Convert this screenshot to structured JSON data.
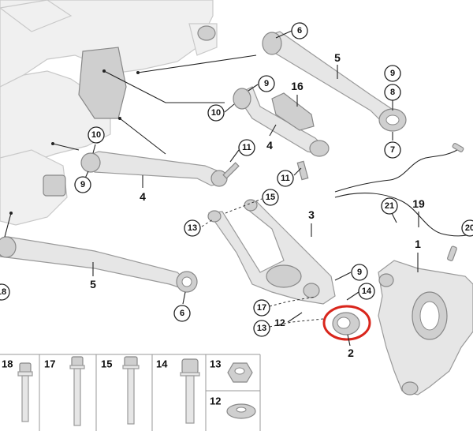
{
  "callouts": {
    "c6_top": "6",
    "c9_top": "9",
    "c16": "16",
    "c9_right": "9",
    "c8_right": "8",
    "c10_upper": "10",
    "c10_left": "10",
    "c11_upper": "11",
    "c11_lower": "11",
    "c7": "7",
    "c9_left": "9",
    "c15_mid": "15",
    "c13_mid": "13",
    "c21": "21",
    "c19": "19",
    "c20": "20",
    "c9_lower": "9",
    "c14_lower": "14",
    "c17_lower": "17",
    "c13_lower": "13",
    "c12_lower": "12",
    "c6_bottom": "6",
    "c18_left": "18",
    "c5_upper": "5",
    "c4_upper": "4",
    "c4_left": "4",
    "c3": "3",
    "c1": "1",
    "c2": "2",
    "c5_lower": "5"
  },
  "hardware_table": {
    "cells": [
      "18",
      "17",
      "15",
      "14",
      "13",
      "12"
    ]
  },
  "highlight_color": "#d9261c"
}
